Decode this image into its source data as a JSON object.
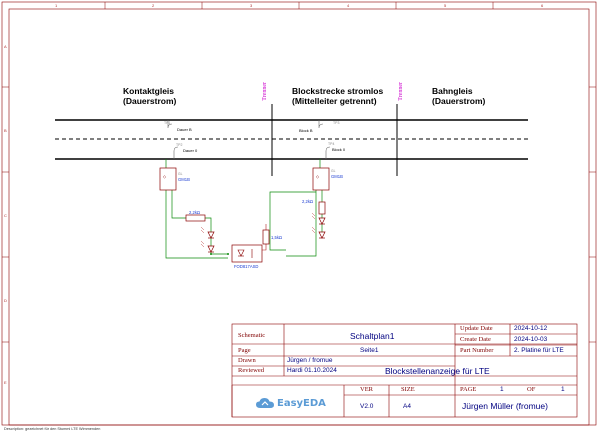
{
  "sections": {
    "left": {
      "line1": "Kontaktgleis",
      "line2": "(Dauerstrom)"
    },
    "middle": {
      "line1": "Blockstrecke stromlos",
      "line2": "(Mittelleiter getrennt)"
    },
    "right": {
      "line1": "Bahngleis",
      "line2": "(Dauerstrom)"
    }
  },
  "trenner_label": "Trenner",
  "testpoints": {
    "tp1": {
      "ref": "TP1",
      "name": "Dauer B"
    },
    "tp2": {
      "ref": "TP2",
      "name": "Dauer 0"
    },
    "tp3": {
      "ref": "TP3",
      "name": "Block B"
    },
    "tp4": {
      "ref": "TP4",
      "name": "Block 0"
    }
  },
  "components": {
    "gm1": {
      "ref": "GM1B",
      "pin": "GL"
    },
    "gm2": {
      "ref": "GM1B",
      "pin": "GL"
    },
    "r1": {
      "value": "2,2kΩ"
    },
    "r2": {
      "value": "2,2kΩ"
    },
    "r3": {
      "value": "1,5kΩ"
    },
    "optocoupler": {
      "name": "FOD817ASD"
    }
  },
  "title_block": {
    "labels": {
      "schematic": "Schematic",
      "page": "Page",
      "drawn": "Drawn",
      "reviewed": "Reviewed",
      "update_date": "Update Date",
      "create_date": "Create Date",
      "part_number": "Part Number",
      "ver": "VER",
      "size": "SIZE",
      "page_of": "PAGE",
      "of": "OF"
    },
    "values": {
      "schematic": "Schaltplan1",
      "page": "Seite1",
      "drawn": "Jürgen / fromue",
      "reviewed": "Hardi 01.10.2024",
      "update_date": "2024-10-12",
      "create_date": "2024-10-03",
      "part_number": "2. Platine für LTE",
      "title": "Blockstellenanzeige für LTE",
      "ver": "V2.0",
      "size": "A4",
      "page_num": "1",
      "page_total": "1",
      "author": "Jürgen Müller (fromue)",
      "logo": "EasyEDA"
    }
  },
  "grid": {
    "cols": [
      "1",
      "2",
      "3",
      "4",
      "5",
      "6"
    ],
    "rows": [
      "A",
      "B",
      "C",
      "D",
      "E"
    ]
  },
  "description": "Description:  gezeichnet für den Stummi LTE Wimmenden",
  "colors": {
    "border": "#8b0000",
    "wire": "#0b8a0b",
    "rail": "#000000",
    "trenner": "#cc00cc",
    "ref": "#1a3bd1"
  }
}
